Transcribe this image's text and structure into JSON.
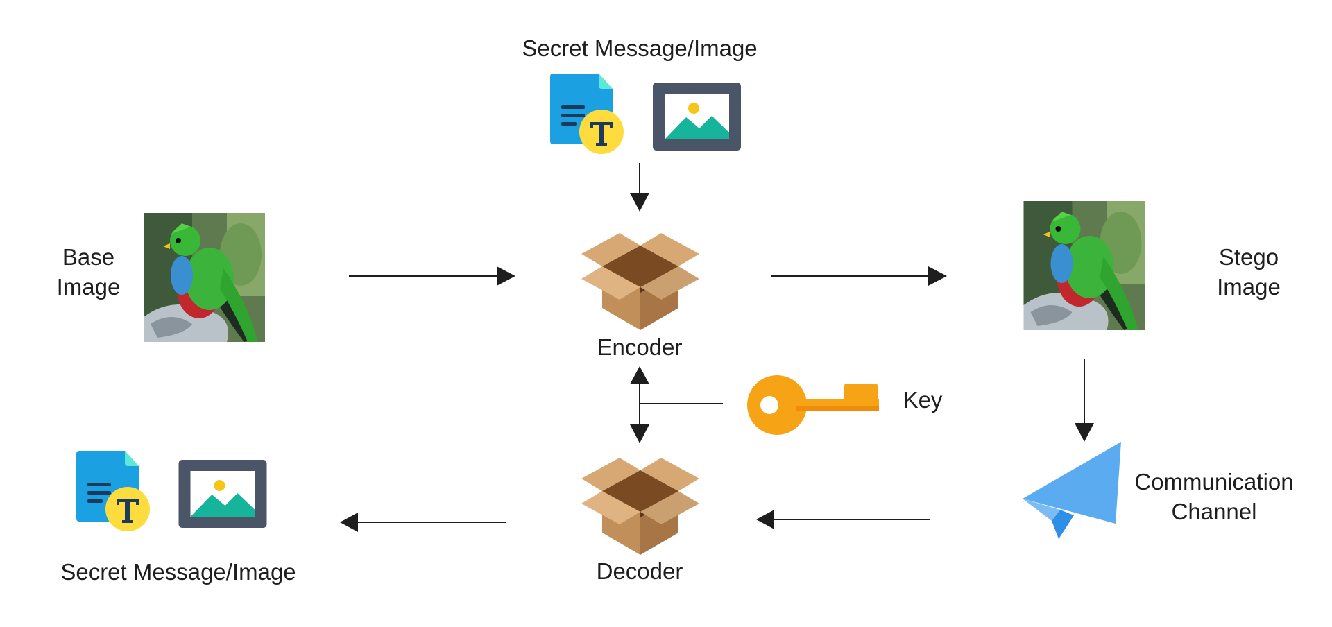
{
  "diagram": {
    "secret_input": {
      "label": "Secret Message/Image",
      "icons": [
        "text-document-icon",
        "image-icon"
      ]
    },
    "base_image": {
      "label_line1": "Base",
      "label_line2": "Image",
      "icon": "bird-photo"
    },
    "encoder": {
      "label": "Encoder",
      "icon": "open-box-icon"
    },
    "stego_image": {
      "label_line1": "Stego",
      "label_line2": "Image",
      "icon": "bird-photo"
    },
    "key": {
      "label": "Key",
      "icon": "key-icon"
    },
    "channel": {
      "label_line1": "Communication",
      "label_line2": "Channel",
      "icon": "paper-plane-icon"
    },
    "decoder": {
      "label": "Decoder",
      "icon": "open-box-icon"
    },
    "secret_output": {
      "label": "Secret Message/Image",
      "icons": [
        "text-document-icon",
        "image-icon"
      ]
    }
  },
  "colors": {
    "doc_blue": "#1ba1e2",
    "doc_fold": "#5ee8d8",
    "badge_yellow": "#fedc3d",
    "frame_slate": "#4a5568",
    "mountain_teal": "#16b49a",
    "sun_yellow": "#f5c518",
    "box_light": "#d7a874",
    "box_mid": "#b07d4a",
    "box_dark": "#7a4a22",
    "key_orange": "#f6a316",
    "plane_blue": "#5aabf0",
    "plane_dark": "#2f8fe6",
    "arrow": "#1e1e1e"
  }
}
